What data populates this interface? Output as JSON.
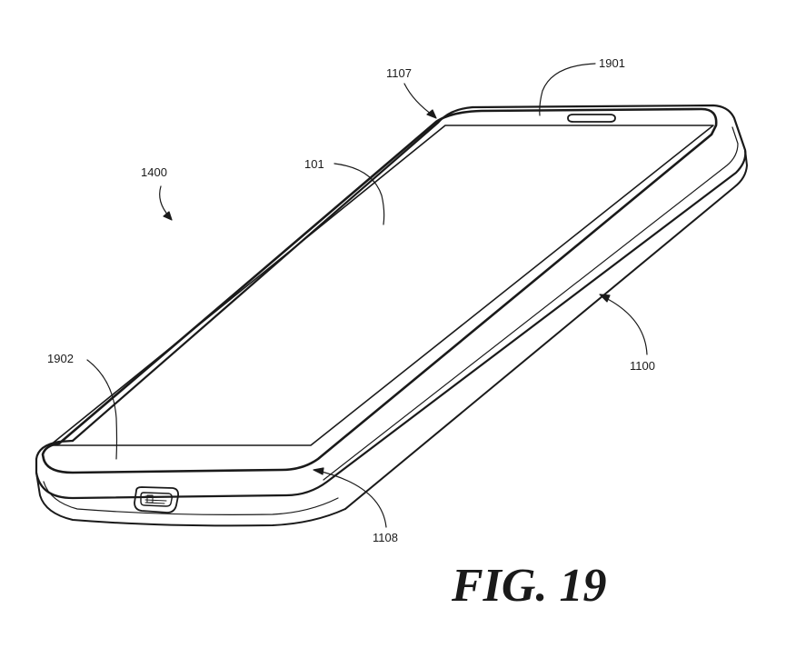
{
  "figure": {
    "caption": "FIG. 19",
    "reference_labels": {
      "housing_corner_top": "1107",
      "earpiece": "1901",
      "device_assembly": "1400",
      "display": "101",
      "bottom_bezel": "1902",
      "housing": "1100",
      "housing_corner_bottom": "1108"
    }
  },
  "colors": {
    "ink": "#1a1a1a",
    "background": "#ffffff"
  },
  "icons": {
    "charging_port": "usb-port-icon"
  }
}
